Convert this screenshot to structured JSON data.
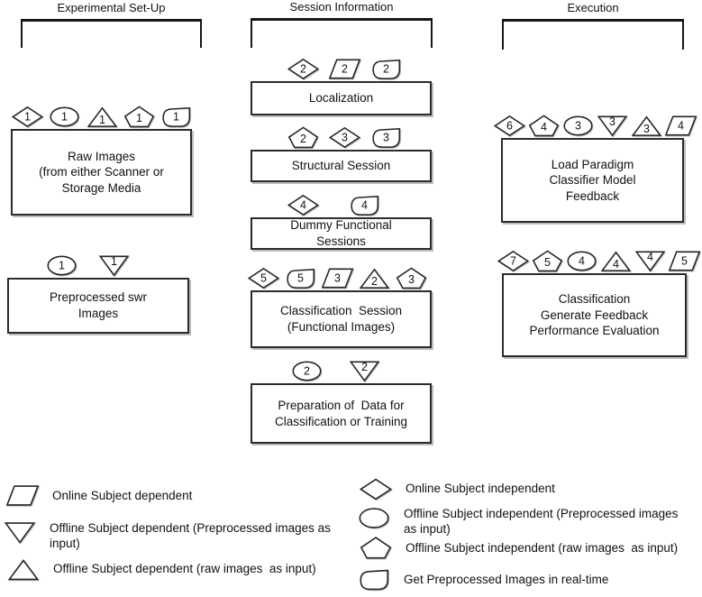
{
  "colors": {
    "background": "#ffffff",
    "ink": "#1a1a1a",
    "shadow": "#bdbdbd"
  },
  "diagram": {
    "setup": {
      "title": "Experimental Set-Up",
      "raw": {
        "label": "Raw Images\n(from either Scanner or\nStorage Media",
        "markers": [
          {
            "shape": "diamond",
            "n": "1"
          },
          {
            "shape": "oval",
            "n": "1"
          },
          {
            "shape": "triangle-up",
            "n": "1"
          },
          {
            "shape": "pentagon",
            "n": "1"
          },
          {
            "shape": "realtime",
            "n": "1"
          }
        ]
      },
      "preprocessed": {
        "label": "Preprocessed swr\nImages",
        "markers": [
          {
            "shape": "oval",
            "n": "1"
          },
          {
            "shape": "triangle-down",
            "n": "1"
          }
        ]
      }
    },
    "session": {
      "title": "Session Information",
      "localization": {
        "label": "Localization",
        "markers": [
          {
            "shape": "diamond",
            "n": "2"
          },
          {
            "shape": "parallelogram",
            "n": "2"
          },
          {
            "shape": "realtime",
            "n": "2"
          }
        ]
      },
      "structural": {
        "label": "Structural Session",
        "markers": [
          {
            "shape": "pentagon",
            "n": "2"
          },
          {
            "shape": "diamond",
            "n": "3"
          },
          {
            "shape": "realtime",
            "n": "3"
          }
        ]
      },
      "dummy": {
        "label": "Dummy Functional\nSessions",
        "markers": [
          {
            "shape": "diamond",
            "n": "4"
          },
          {
            "shape": "realtime",
            "n": "4"
          }
        ]
      },
      "classification": {
        "label": "Classification  Session\n(Functional Images)",
        "markers": [
          {
            "shape": "diamond",
            "n": "5"
          },
          {
            "shape": "realtime",
            "n": "5"
          },
          {
            "shape": "parallelogram",
            "n": "3"
          },
          {
            "shape": "triangle-up",
            "n": "2"
          },
          {
            "shape": "pentagon",
            "n": "3"
          }
        ]
      },
      "preparation": {
        "label": "Preparation of  Data for\nClassification or Training",
        "markers": [
          {
            "shape": "oval",
            "n": "2"
          },
          {
            "shape": "triangle-down",
            "n": "2"
          }
        ]
      }
    },
    "execution": {
      "title": "Execution",
      "load": {
        "label": "Load Paradigm\nClassifier Model\nFeedback",
        "markers": [
          {
            "shape": "diamond",
            "n": "6"
          },
          {
            "shape": "pentagon",
            "n": "4"
          },
          {
            "shape": "oval",
            "n": "3"
          },
          {
            "shape": "triangle-down",
            "n": "3"
          },
          {
            "shape": "triangle-up",
            "n": "3"
          },
          {
            "shape": "parallelogram",
            "n": "4"
          }
        ]
      },
      "classify": {
        "label": "Classification\nGenerate Feedback\nPerformance Evaluation",
        "markers": [
          {
            "shape": "diamond",
            "n": "7"
          },
          {
            "shape": "pentagon",
            "n": "5"
          },
          {
            "shape": "oval",
            "n": "4"
          },
          {
            "shape": "triangle-up",
            "n": "4"
          },
          {
            "shape": "triangle-down",
            "n": "4"
          },
          {
            "shape": "parallelogram",
            "n": "5"
          }
        ]
      }
    }
  },
  "legend": {
    "items": [
      {
        "shape": "parallelogram",
        "label": "Online Subject dependent"
      },
      {
        "shape": "triangle-down",
        "label": "Offline Subject dependent (Preprocessed images as\ninput)"
      },
      {
        "shape": "triangle-up",
        "label": "Offline Subject dependent (raw images  as input)"
      },
      {
        "shape": "diamond",
        "label": "Online Subject independent"
      },
      {
        "shape": "oval",
        "label": "Offline Subject independent (Preprocessed images\nas input)"
      },
      {
        "shape": "pentagon",
        "label": "Offline Subject independent (raw images  as input)"
      },
      {
        "shape": "realtime",
        "label": "Get Preprocessed Images in real-time"
      }
    ]
  }
}
